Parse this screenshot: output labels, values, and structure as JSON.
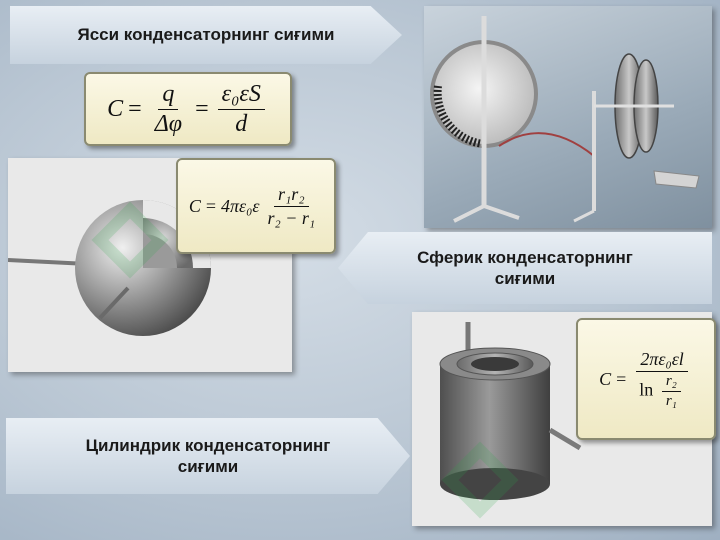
{
  "banners": {
    "flat": "Ясси конденсаторнинг сиғими",
    "spherical_line1": "Сферик конденсаторнинг",
    "spherical_line2": "сиғими",
    "cylindrical_line1": "Цилиндрик конденсаторнинг",
    "cylindrical_line2": "сиғими"
  },
  "formulas": {
    "flat": {
      "C": "C",
      "eq1": "=",
      "num1": "q",
      "den1": "Δφ",
      "eq2": "=",
      "num2": "ε₀εS",
      "den2": "d"
    },
    "spherical": {
      "lhs": "C",
      "eq": "=",
      "coef": "4πε₀ε",
      "num": "r₁r₂",
      "den": "r₂ − r₁"
    },
    "cylindrical": {
      "lhs": "C",
      "eq": "=",
      "num": "2πε₀εl",
      "ln": "ln",
      "ln_num": "r₂",
      "ln_den": "r₁"
    }
  },
  "icons": [
    "spherical-capacitor-icon",
    "cylindrical-capacitor-icon",
    "electrometer-apparatus-icon",
    "watermark-logo-icon"
  ]
}
